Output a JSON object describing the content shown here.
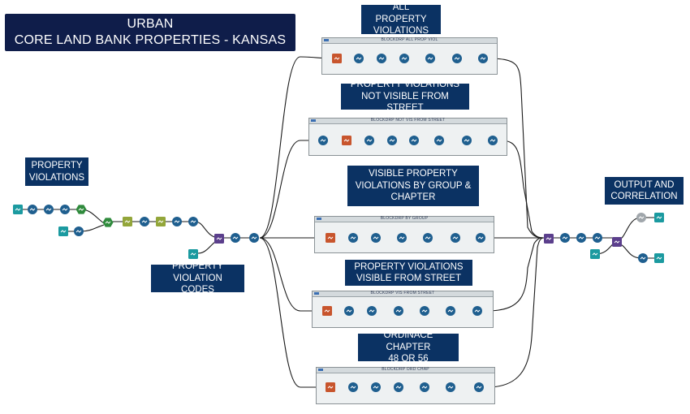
{
  "title": "PROPERTY VIOLATION ANALYSIS OF URBAN\nCORE LAND BANK PROPERTIES - KANSAS CITY,",
  "sections": {
    "all": "ALL PROPERTY\nVIOLATIONS",
    "not_visible": "PROPERTY VIOLATIONS\nNOT VISIBLE FROM STREET",
    "by_group": "VISIBLE PROPERTY\nVIOLATIONS BY GROUP &\nCHAPTER",
    "visible": "PROPERTY VIOLATIONS\nVISIBLE FROM STREET",
    "chapter": "ORDINACE CHAPTER\n48 OR 56",
    "input": "PROPERTY\nVIOLATIONS",
    "codes": "PROPERTY\nVIOLATION CODES",
    "output": "OUTPUT AND\nCORRELATION"
  },
  "containers": {
    "all": "BLOCKDRP ALL PROP VIOL",
    "not_visible": "BLOCKDRP NOT VIS FROM STREET",
    "by_group": "BLOCKDRP BY GROUP",
    "visible": "BLOCKDRP VIS FROM STREET",
    "chapter": "BLOCKDRP ORD CHAP"
  },
  "colors": {
    "label_bg": "#0b3263",
    "title_bg": "#0f1d4a",
    "tool_blue": "#1f5f8f",
    "tool_orange": "#c8552d",
    "tool_green": "#2f8a3c",
    "tool_olive": "#93a63a",
    "tool_purple": "#5b3f8c",
    "tool_teal": "#1b9aa0",
    "tool_gray": "#a0a6ab"
  }
}
